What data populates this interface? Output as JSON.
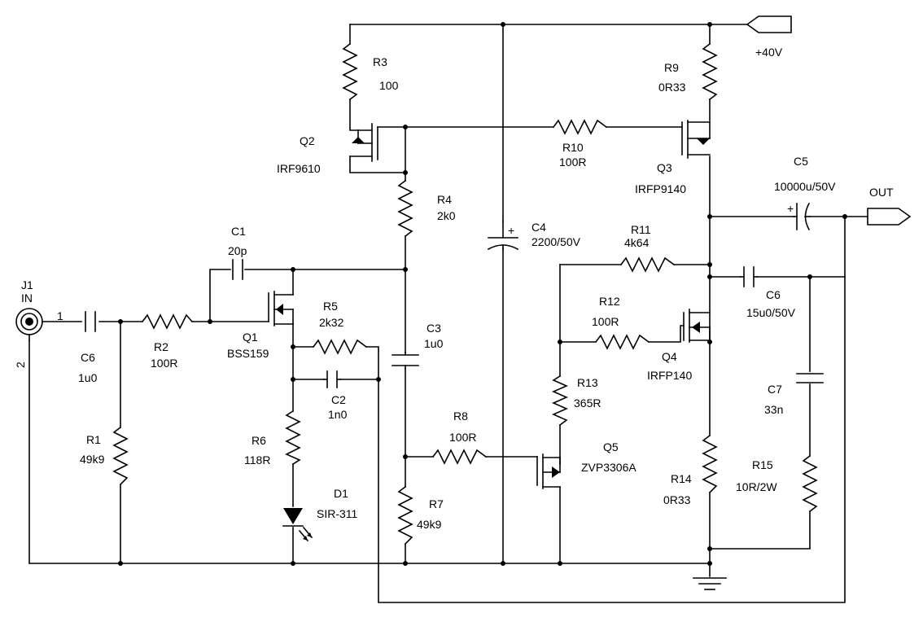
{
  "labels": {
    "vplus": "+40V",
    "out": "OUT",
    "j1": "J1",
    "in": "IN",
    "pin1": "1",
    "pin2": "2",
    "r1": "R1",
    "r1v": "49k9",
    "r2": "R2",
    "r2v": "100R",
    "r3": "R3",
    "r3v": "100",
    "r4": "R4",
    "r4v": "2k0",
    "r5": "R5",
    "r5v": "2k32",
    "r6": "R6",
    "r6v": "118R",
    "r7": "R7",
    "r7v": "49k9",
    "r8": "R8",
    "r8v": "100R",
    "r9": "R9",
    "r9v": "0R33",
    "r10": "R10",
    "r10v": "100R",
    "r11": "R11",
    "r11v": "4k64",
    "r12": "R12",
    "r12v": "100R",
    "r13": "R13",
    "r13v": "365R",
    "r14": "R14",
    "r14v": "0R33",
    "r15": "R15",
    "r15v": "10R/2W",
    "c1": "C1",
    "c1v": "20p",
    "c2": "C2",
    "c2v": "1n0",
    "c3": "C3",
    "c3v": "1u0",
    "c4": "C4",
    "c4v": "2200/50V",
    "c5": "C5",
    "c5v": "10000u/50V",
    "c6in": "C6",
    "c6inv": "1u0",
    "c6": "C6",
    "c6v": "15u0/50V",
    "c7": "C7",
    "c7v": "33n",
    "q1": "Q1",
    "q1v": "BSS159",
    "q2": "Q2",
    "q2v": "IRF9610",
    "q3": "Q3",
    "q3v": "IRFP9140",
    "q4": "Q4",
    "q4v": "IRFP140",
    "q5": "Q5",
    "q5v": "ZVP3306A",
    "d1": "D1",
    "d1v": "SIR-311",
    "plus": "+"
  }
}
